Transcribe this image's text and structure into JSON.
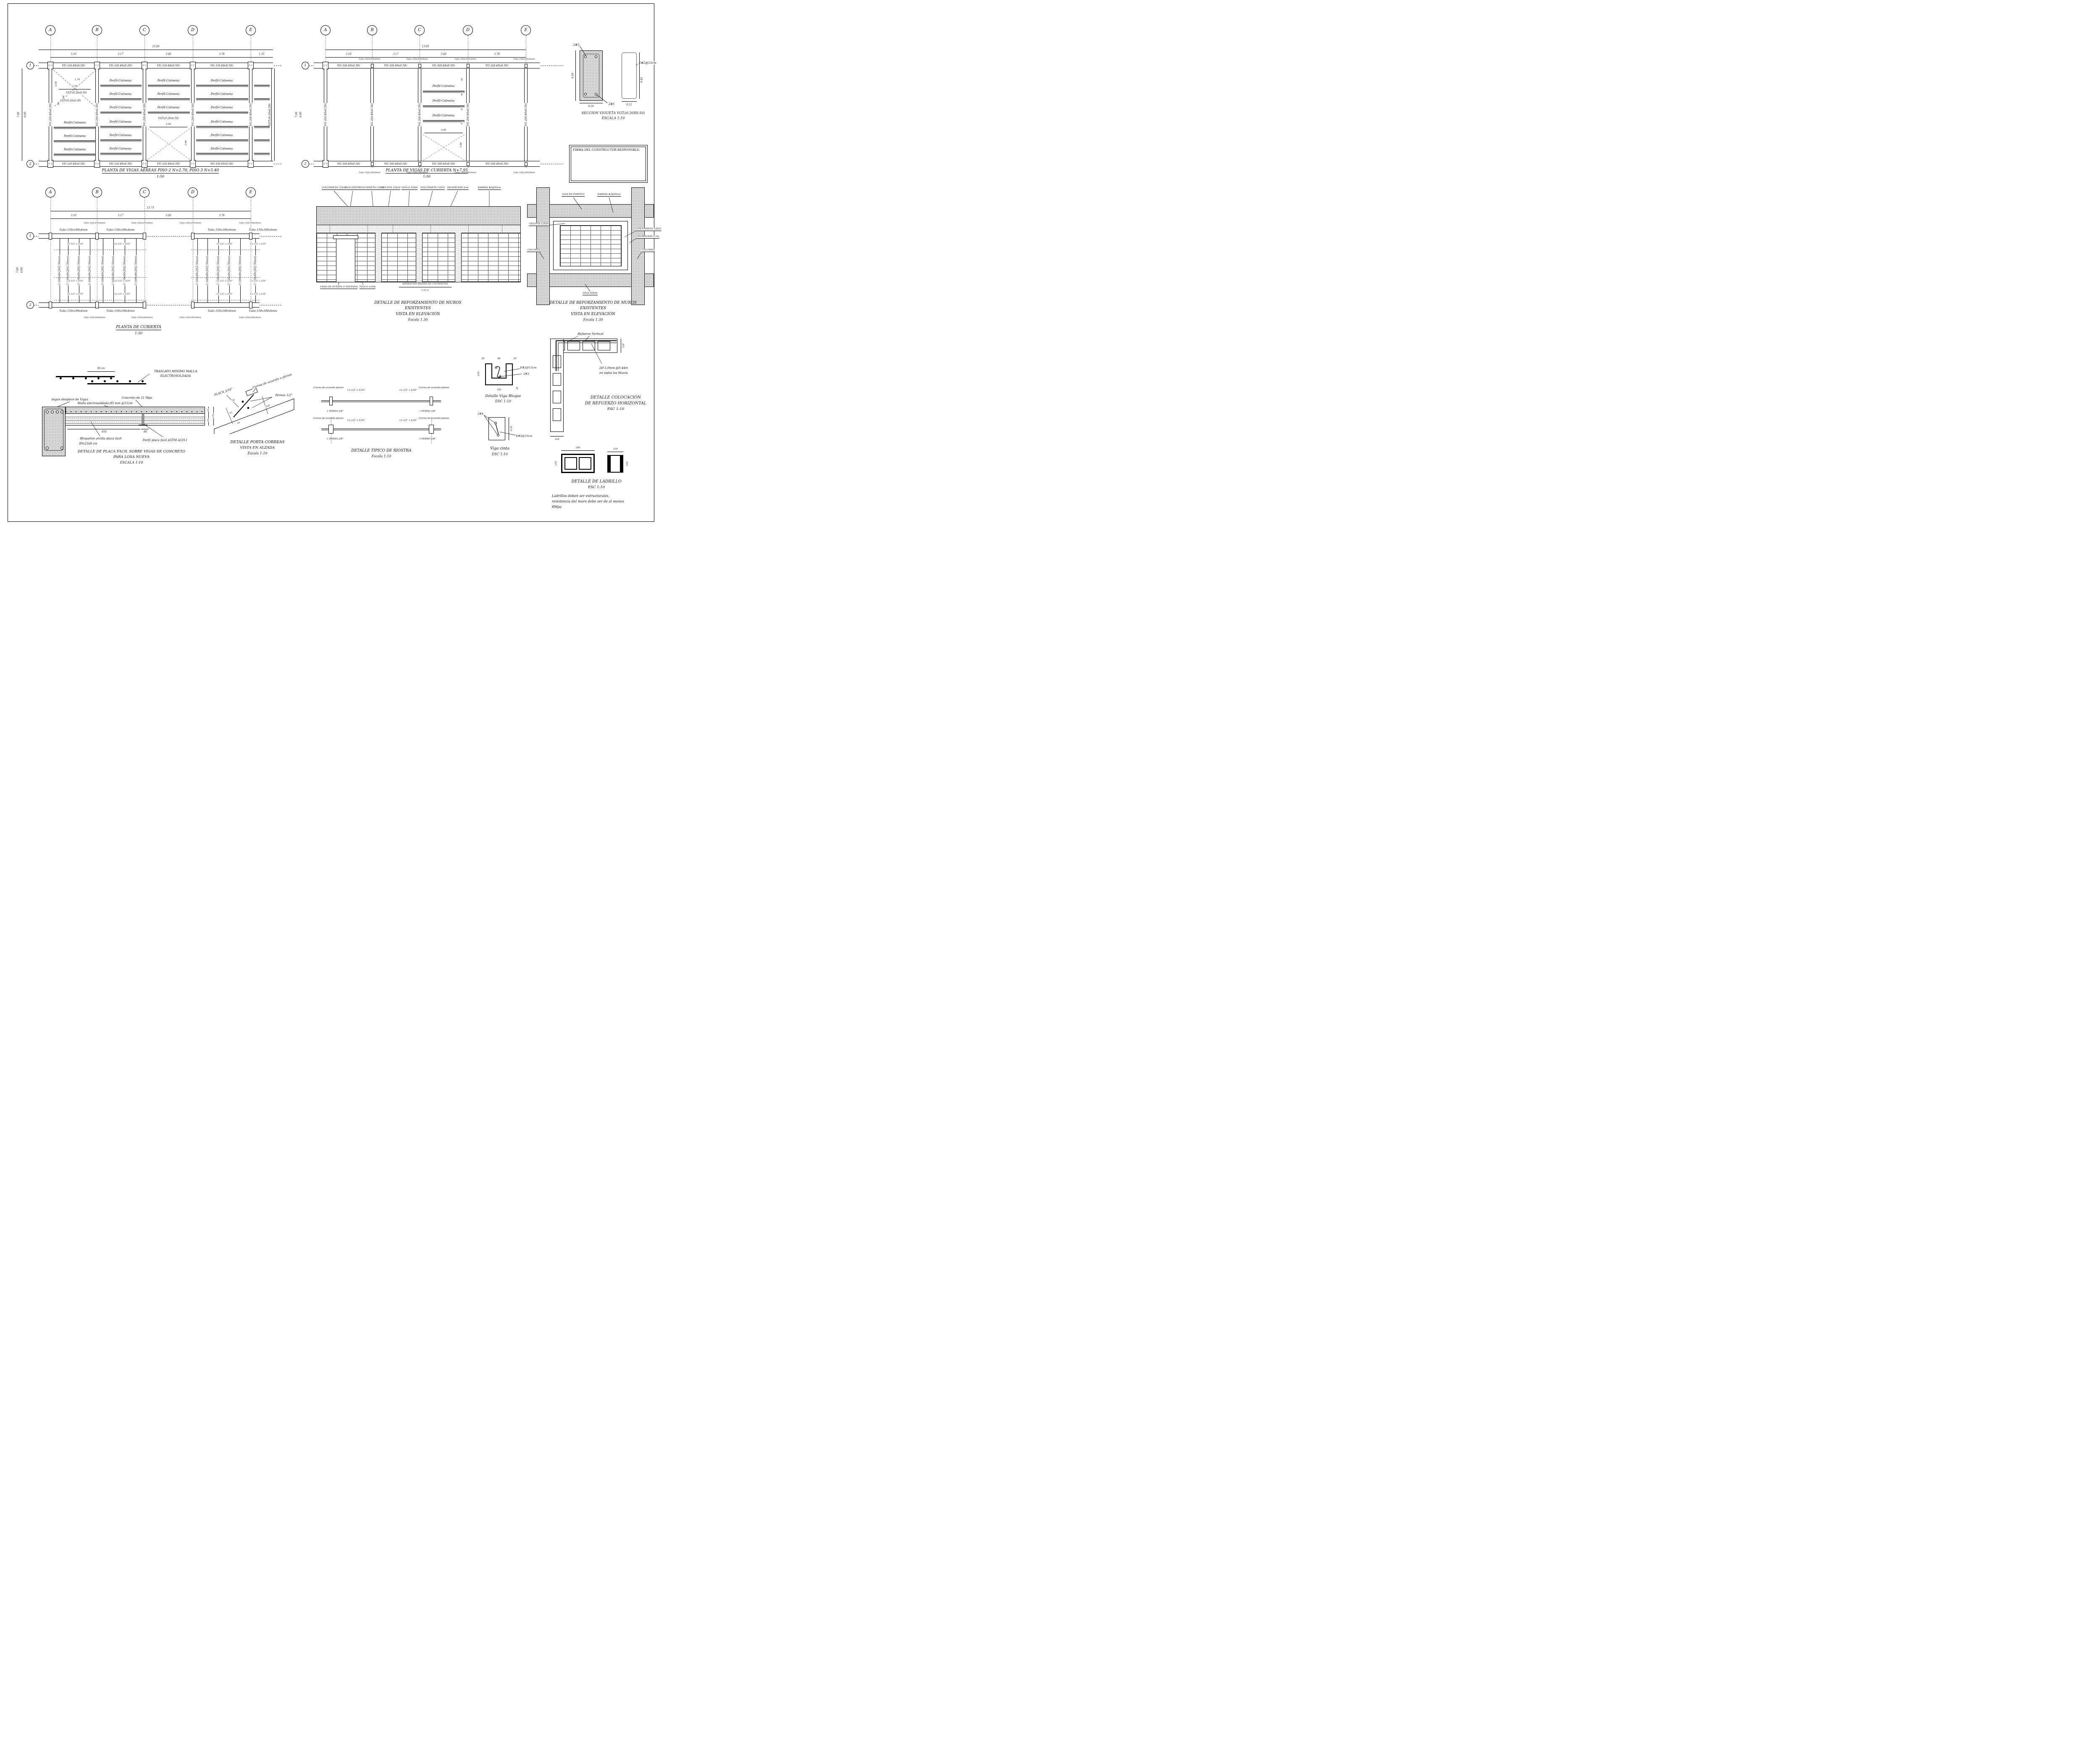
{
  "shared": {
    "grid": [
      "A",
      "B",
      "C",
      "D",
      "E"
    ],
    "rows": [
      "1",
      "2"
    ],
    "beams": {
      "vg1": "VG-1(0.40x0.50)",
      "vg2": "VG-2(0.40x0.50)",
      "vg3": "VG-3(0.40x0.50)",
      "vgt": "VGT-(0.20x0.50)",
      "c1": "C-1",
      "perfil": "Perfil-Colmena",
      "tubo": "Tubo 150x100x4mm",
      "angle": "L1-1/2\" x 3/16\"",
      "purlin": "C-160x60x20(2.50mm)"
    }
  },
  "plan1": {
    "title": "PLANTA DE VIGAS AÉREAS PISO 2 N+2.70, PISO 3 N+5.40",
    "scale": "1:50",
    "total": "15.00",
    "spans": [
      "3.10",
      "3.17",
      "3.40",
      "3.78",
      "1.35"
    ],
    "vdims": [
      "7.00",
      "6.60"
    ],
    "bay_dims": [
      "2.70",
      "1.74",
      "2.58",
      ".84",
      ".96"
    ],
    "vgt_span": "3.00",
    "opening_h": "2.86"
  },
  "plan2": {
    "title": "PLANTA DE VIGAS DE CUBIERTA N+7.95",
    "scale": "1:50",
    "total": "13.85",
    "spans": [
      "3.10",
      "3.17",
      "3.40",
      "3.78"
    ],
    "vdims": [
      "7.00",
      "6.60"
    ],
    "bay_dims": [
      ".96",
      ".89",
      ".83",
      ".47"
    ],
    "vgt_span": "3.00",
    "opening_h": "2.86"
  },
  "plan3": {
    "title": "PLANTA DE CUBIERTA",
    "scale": "1:50",
    "total": "13.73",
    "spans": [
      "3.10",
      "3.17",
      "3.40",
      "3.78"
    ],
    "vdims": [
      "7.00",
      "6.60"
    ]
  },
  "seccion": {
    "title": "SECCION VIGUETA VGT-(0.20X0.50)",
    "scale": "ESCALA 1:10",
    "bars_top": "2#5",
    "bars_bot": "2#5",
    "stirrup": "E#2@15cm",
    "h": "0.50",
    "w": "0.20",
    "sh": "0.42",
    "sw": "0.12"
  },
  "firma": {
    "label": "FIRMA DEL CONSTRUCTOR RESPONSBLE:"
  },
  "muros": {
    "title1": "DETALLE DE REFORZAMIENTO DE MUROS",
    "title2": "EXISTENTES",
    "title3": "VISTA EN ELEVACIÓN",
    "scale": "Escala 1.30",
    "elev": {
      "top_labels": [
        "COLUMNETA 12X25",
        "VIGA DINTEL",
        "COLUMNETA 12X25",
        "VIGUETA 12X20",
        "VIGA O LOSA",
        "COLUMNETA 12X25",
        "DILATACIÓN 2cm",
        "BARRAS #3@50cm"
      ],
      "vano": "VANO DE PUERTA O VENTANA",
      "viga_losa": "VIGA O LOSA",
      "sep": "SEPARACIÓN MAXIMA DE COLUMNETAS",
      "sep_val": "2.50 m"
    },
    "planta": {
      "viga_portico": "VIGA DE PORTICO",
      "barras": "BARRAS #3@50cm",
      "vigueta": "VIGUETA 12X20",
      "columneta": "COLUMNETA 12X25",
      "dilatacion": "DILATACIÓN 2 cm",
      "columna": "COLUMNA",
      "viga": "VIGA 30X30"
    }
  },
  "placa": {
    "dim30": "30 cm",
    "traslapo1": "TRASLAPO MINIMO MALLA",
    "traslapo2": "ELECTROSOLDADA",
    "despiece": "segun despiece de Vigas",
    "concreto": "Concreto de 21 Mpa",
    "malla": "Malla electrosoldada Ø5 mm @15cm",
    "bloquelon1": "Bloquelon arcilla placa facil",
    "bloquelon2": "80x23x8 cm",
    "perfil": "Perfil placa facil ASTM A1011",
    "d850": "850",
    "d80": "80",
    "d60": "60",
    "d90": "90",
    "d150": "150",
    "title1": "DETALLE DE PLACA FACIL SOBRE VIGAS DE CONCRETO",
    "title2": "PARA LOSA NUEVA",
    "scale": "ESCALA 1:10"
  },
  "porta": {
    "placa": "PLACA 3/16\"",
    "correa": "Correa de acuerdo a planos",
    "pernos": "Pernos 1/2\"",
    "d34a": "34",
    "d93": "93",
    "d160": "160",
    "d34b": "34",
    "title1": "DETALLE PORTA CORREAS",
    "title2": "VISTA EN ALZADA",
    "scale": "Escala 1:10"
  },
  "riostra": {
    "correa": "Correa de acuerdo planos",
    "angle": "L1-1/2\" x 3/16\"",
    "perno": "1 PERNO 2/8\"",
    "title": "DETALLE TIPICO DE RIOSTRA",
    "scale": "Escala 1:10"
  },
  "viga_bloque": {
    "d20a": "20",
    "d80": "80",
    "d20b": "20",
    "d210": "210",
    "d120": "120",
    "d20c": "20",
    "estribo": "E#2@15cm",
    "bars": "2#3",
    "title": "Detalle Viga Bloque",
    "scale": "ESC 1:10"
  },
  "viga_cinta": {
    "bars": "2#4",
    "estribo": "E#2@15cm",
    "d": "0.20",
    "title": "Viga cinta",
    "scale": "ESC 1:10"
  },
  "refuerzo": {
    "vertical": "Refuerzo Vertical",
    "spec1": "2Ø 5.0mm @0.44m",
    "spec2": "en todos los Muros",
    "d120r": "120",
    "d120b": "120",
    "title1": "DETALLE COLOCACIÓN",
    "title2": "DE REFUERZO HORIZONTAL",
    "scale": "ESC 1:10"
  },
  "ladrillo": {
    "d290": "290",
    "d120l": "120",
    "d120t": "120",
    "d100": "100",
    "title": "DETALLE DE LADRILLO",
    "scale": "ESC 1:10",
    "note1": "Ladrillos deben ser estructurales,",
    "note2": "resistencia del muro debe ser de al menos",
    "note3": "8Mpa"
  }
}
